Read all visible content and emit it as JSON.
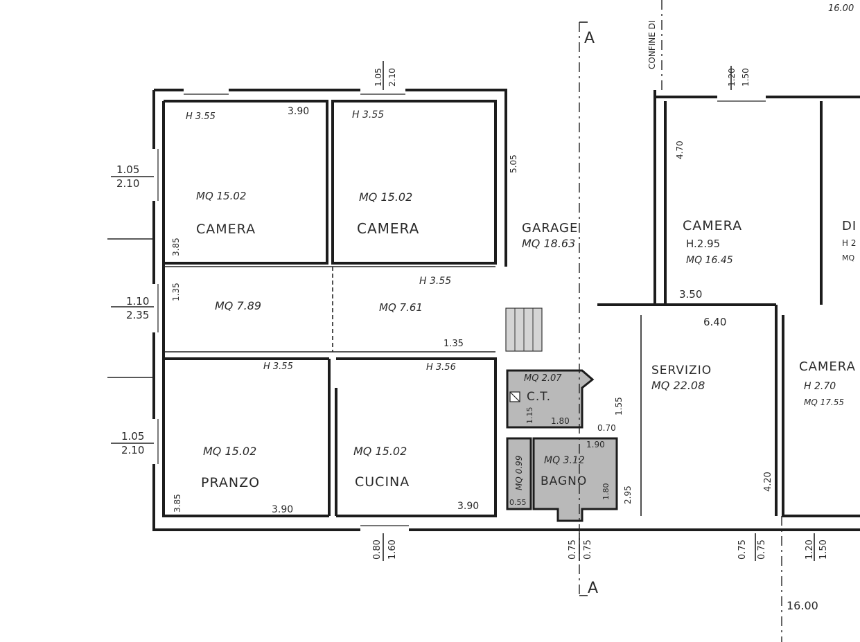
{
  "rooms": {
    "camera_1": {
      "height": "H 3.55",
      "dim": "3.90",
      "area": "MQ 15.02",
      "name": "CAMERA",
      "wall_dim": "3.85"
    },
    "camera_2": {
      "height": "H 3.55",
      "area": "MQ 15.02",
      "name": "CAMERA",
      "wall_dim": "5.05"
    },
    "garage": {
      "name": "GARAGE",
      "area": "MQ 18.63"
    },
    "corridor_west": {
      "area": "MQ 7.89",
      "dim": "1.35"
    },
    "corridor_east": {
      "area": "MQ 7.61",
      "height": "H 3.55",
      "dim": "1.35"
    },
    "pranzo": {
      "height": "H 3.55",
      "area": "MQ 15.02",
      "name": "PRANZO",
      "dim": "3.90",
      "wall_dim": "3.85"
    },
    "cucina": {
      "height": "H 3.56",
      "area": "MQ 15.02",
      "name": "CUCINA",
      "dim": "3.90"
    },
    "ct": {
      "area": "MQ 2.07",
      "name": "C.T.",
      "dim_a": "1.15",
      "dim_b": "1.80"
    },
    "wc": {
      "area": "MQ 0.99",
      "dim": "0.55"
    },
    "bagno": {
      "area": "MQ 3.12",
      "name": "BAGNO",
      "dim_a": "1.90",
      "dim_b": "1.80"
    },
    "servizio": {
      "name": "SERVIZIO",
      "area": "MQ 22.08",
      "dim_a": "1.55",
      "dim_b": "0.70",
      "dim_c": "2.95",
      "dim_d": "6.40"
    },
    "camera_east": {
      "name": "CAMERA",
      "height": "H.2.95",
      "area": "MQ 16.45",
      "dim_a": "4.70",
      "dim_b": "3.50"
    },
    "camera_se": {
      "name": "CAMERA",
      "height": "H 2.70",
      "area": "MQ 17.55",
      "dim": "4.20"
    },
    "partial_ne": {
      "name": "DI",
      "height": "H 2",
      "area": "MQ"
    }
  },
  "openings": {
    "top_window": [
      "1.05",
      "2.10"
    ],
    "top_window_east": [
      "1.20",
      "1.50"
    ],
    "left_window_1": [
      "1.05",
      "2.10"
    ],
    "left_door": [
      "1.10",
      "2.35"
    ],
    "left_window_2": [
      "1.05",
      "2.10"
    ],
    "bottom_door": [
      "0.80",
      "1.60"
    ],
    "bottom_garage": [
      "0.75",
      "0.75"
    ],
    "bottom_servizio": [
      "0.75",
      "0.75"
    ],
    "bottom_east": [
      "1.20",
      "1.50"
    ]
  },
  "section_marks": {
    "top": "A",
    "bottom": "A"
  },
  "boundary": "CONFINE DI",
  "dims": {
    "top_right": "16.00",
    "bottom_right": "16.00"
  }
}
